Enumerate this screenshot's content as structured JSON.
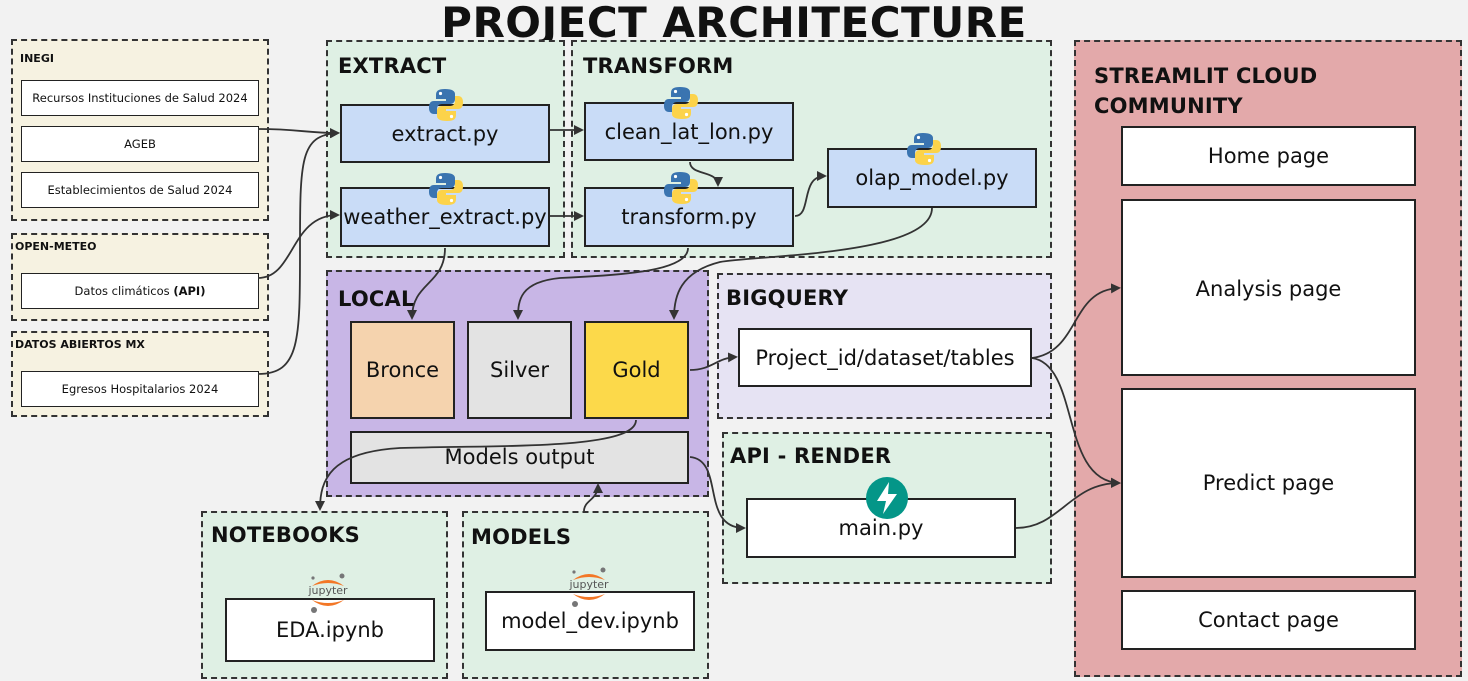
{
  "title": "PROJECT ARCHITECTURE",
  "sources": {
    "inegi": {
      "title": "INEGI",
      "items": [
        "Recursos Instituciones de Salud 2024",
        "AGEB",
        "Establecimientos de Salud 2024"
      ]
    },
    "open_meteo": {
      "title": "OPEN-METEO",
      "item_prefix": "Datos climáticos ",
      "item_bold": "(API)"
    },
    "datos_abiertos": {
      "title": "DATOS ABIERTOS MX",
      "item": "Egresos Hospitalarios 2024"
    }
  },
  "extract": {
    "title": "EXTRACT",
    "scripts": [
      "extract.py",
      "weather_extract.py"
    ]
  },
  "transform": {
    "title": "TRANSFORM",
    "scripts": [
      "clean_lat_lon.py",
      "transform.py",
      "olap_model.py"
    ]
  },
  "local": {
    "title": "LOCAL",
    "layers": [
      "Bronce",
      "Silver",
      "Gold"
    ],
    "models_output": "Models output",
    "colors": {
      "bronce": "#f5d3ae",
      "silver": "#e3e3e3",
      "gold": "#fcd94a"
    }
  },
  "bigquery": {
    "title": "BIGQUERY",
    "tables": "Project_id/dataset/tables"
  },
  "api": {
    "title": "API - RENDER",
    "file": "main.py"
  },
  "notebooks": {
    "title": "NOTEBOOKS",
    "file": "EDA.ipynb",
    "logo_text": "jupyter"
  },
  "models": {
    "title": "MODELS",
    "file": "model_dev.ipynb",
    "logo_text": "jupyter"
  },
  "streamlit": {
    "title_line1": "STREAMLIT CLOUD",
    "title_line2": "COMMUNITY",
    "pages": [
      "Home page",
      "Analysis page",
      "Predict page",
      "Contact page"
    ]
  },
  "icons": {
    "python": "python-logo-icon",
    "jupyter": "jupyter-logo-icon",
    "fastapi": "fastapi-logo-icon"
  }
}
